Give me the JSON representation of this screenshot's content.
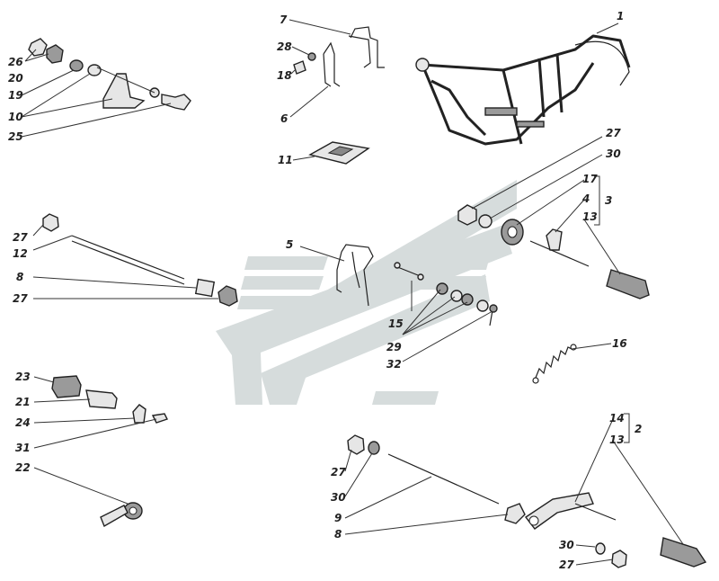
{
  "colors": {
    "ink": "#222222",
    "watermark": "#d6dcdc",
    "background": "#ffffff"
  },
  "parts": [
    {
      "id": "frame",
      "icon": "motorcycle-frame-icon"
    },
    {
      "id": "bracket-7",
      "icon": "mount-bracket-icon"
    },
    {
      "id": "plate-11",
      "icon": "plate-icon"
    },
    {
      "id": "axle-12",
      "icon": "long-axle-icon"
    },
    {
      "id": "stand-5",
      "icon": "center-stand-icon"
    },
    {
      "id": "spring-16",
      "icon": "coil-spring-icon"
    },
    {
      "id": "footrest-right",
      "icon": "footrest-lever-icon"
    },
    {
      "id": "footrest-left",
      "icon": "footrest-lever-icon"
    },
    {
      "id": "axle-9",
      "icon": "long-axle-icon"
    },
    {
      "id": "lock-22",
      "icon": "lock-key-icon"
    }
  ],
  "labels": {
    "l1": "1",
    "l7": "7",
    "l28": "28",
    "l18": "18",
    "l6": "6",
    "l11": "11",
    "l26": "26",
    "l20": "20",
    "l19": "19",
    "l10": "10",
    "l25": "25",
    "l27a": "27",
    "l30a": "30",
    "l17": "17",
    "l4": "4",
    "l13a": "13",
    "l3": "3",
    "l27b": "27",
    "l12": "12",
    "l8a": "8",
    "l27c": "27",
    "l5": "5",
    "l15": "15",
    "l29": "29",
    "l32": "32",
    "l16": "16",
    "l23": "23",
    "l21": "21",
    "l24": "24",
    "l31": "31",
    "l22": "22",
    "l14": "14",
    "l13b": "13",
    "l2": "2",
    "l27d": "27",
    "l30b": "30",
    "l9": "9",
    "l8b": "8",
    "l30c": "30",
    "l27e": "27"
  }
}
